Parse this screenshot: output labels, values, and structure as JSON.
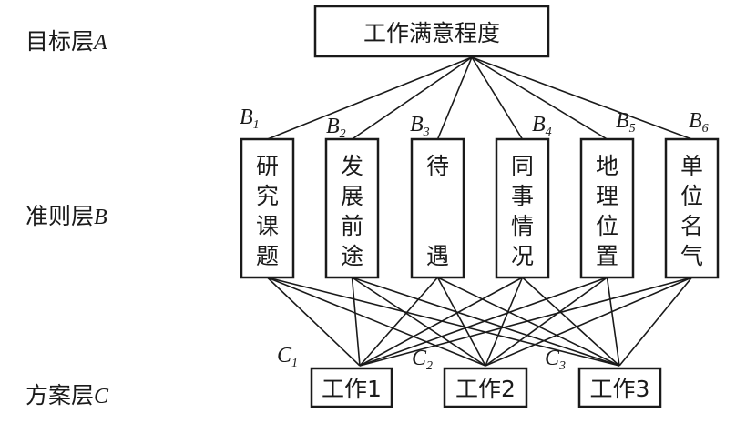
{
  "layers": {
    "goal": {
      "name": "目标层",
      "letter": "A"
    },
    "criteria": {
      "name": "准则层",
      "letter": "B"
    },
    "alternatives": {
      "name": "方案层",
      "letter": "C"
    }
  },
  "goal": {
    "label": "工作满意程度"
  },
  "criteria": [
    {
      "id": "B",
      "sub": "1",
      "chars": [
        "研",
        "究",
        "课",
        "题"
      ]
    },
    {
      "id": "B",
      "sub": "2",
      "chars": [
        "发",
        "展",
        "前",
        "途"
      ]
    },
    {
      "id": "B",
      "sub": "3",
      "chars": [
        "待",
        "",
        "",
        "遇"
      ]
    },
    {
      "id": "B",
      "sub": "4",
      "chars": [
        "同",
        "事",
        "情",
        "况"
      ]
    },
    {
      "id": "B",
      "sub": "5",
      "chars": [
        "地",
        "理",
        "位",
        "置"
      ]
    },
    {
      "id": "B",
      "sub": "6",
      "chars": [
        "单",
        "位",
        "名",
        "气"
      ]
    }
  ],
  "alternatives": [
    {
      "id": "C",
      "sub": "1",
      "label": "工作1"
    },
    {
      "id": "C",
      "sub": "2",
      "label": "工作2"
    },
    {
      "id": "C",
      "sub": "3",
      "label": "工作3"
    }
  ]
}
